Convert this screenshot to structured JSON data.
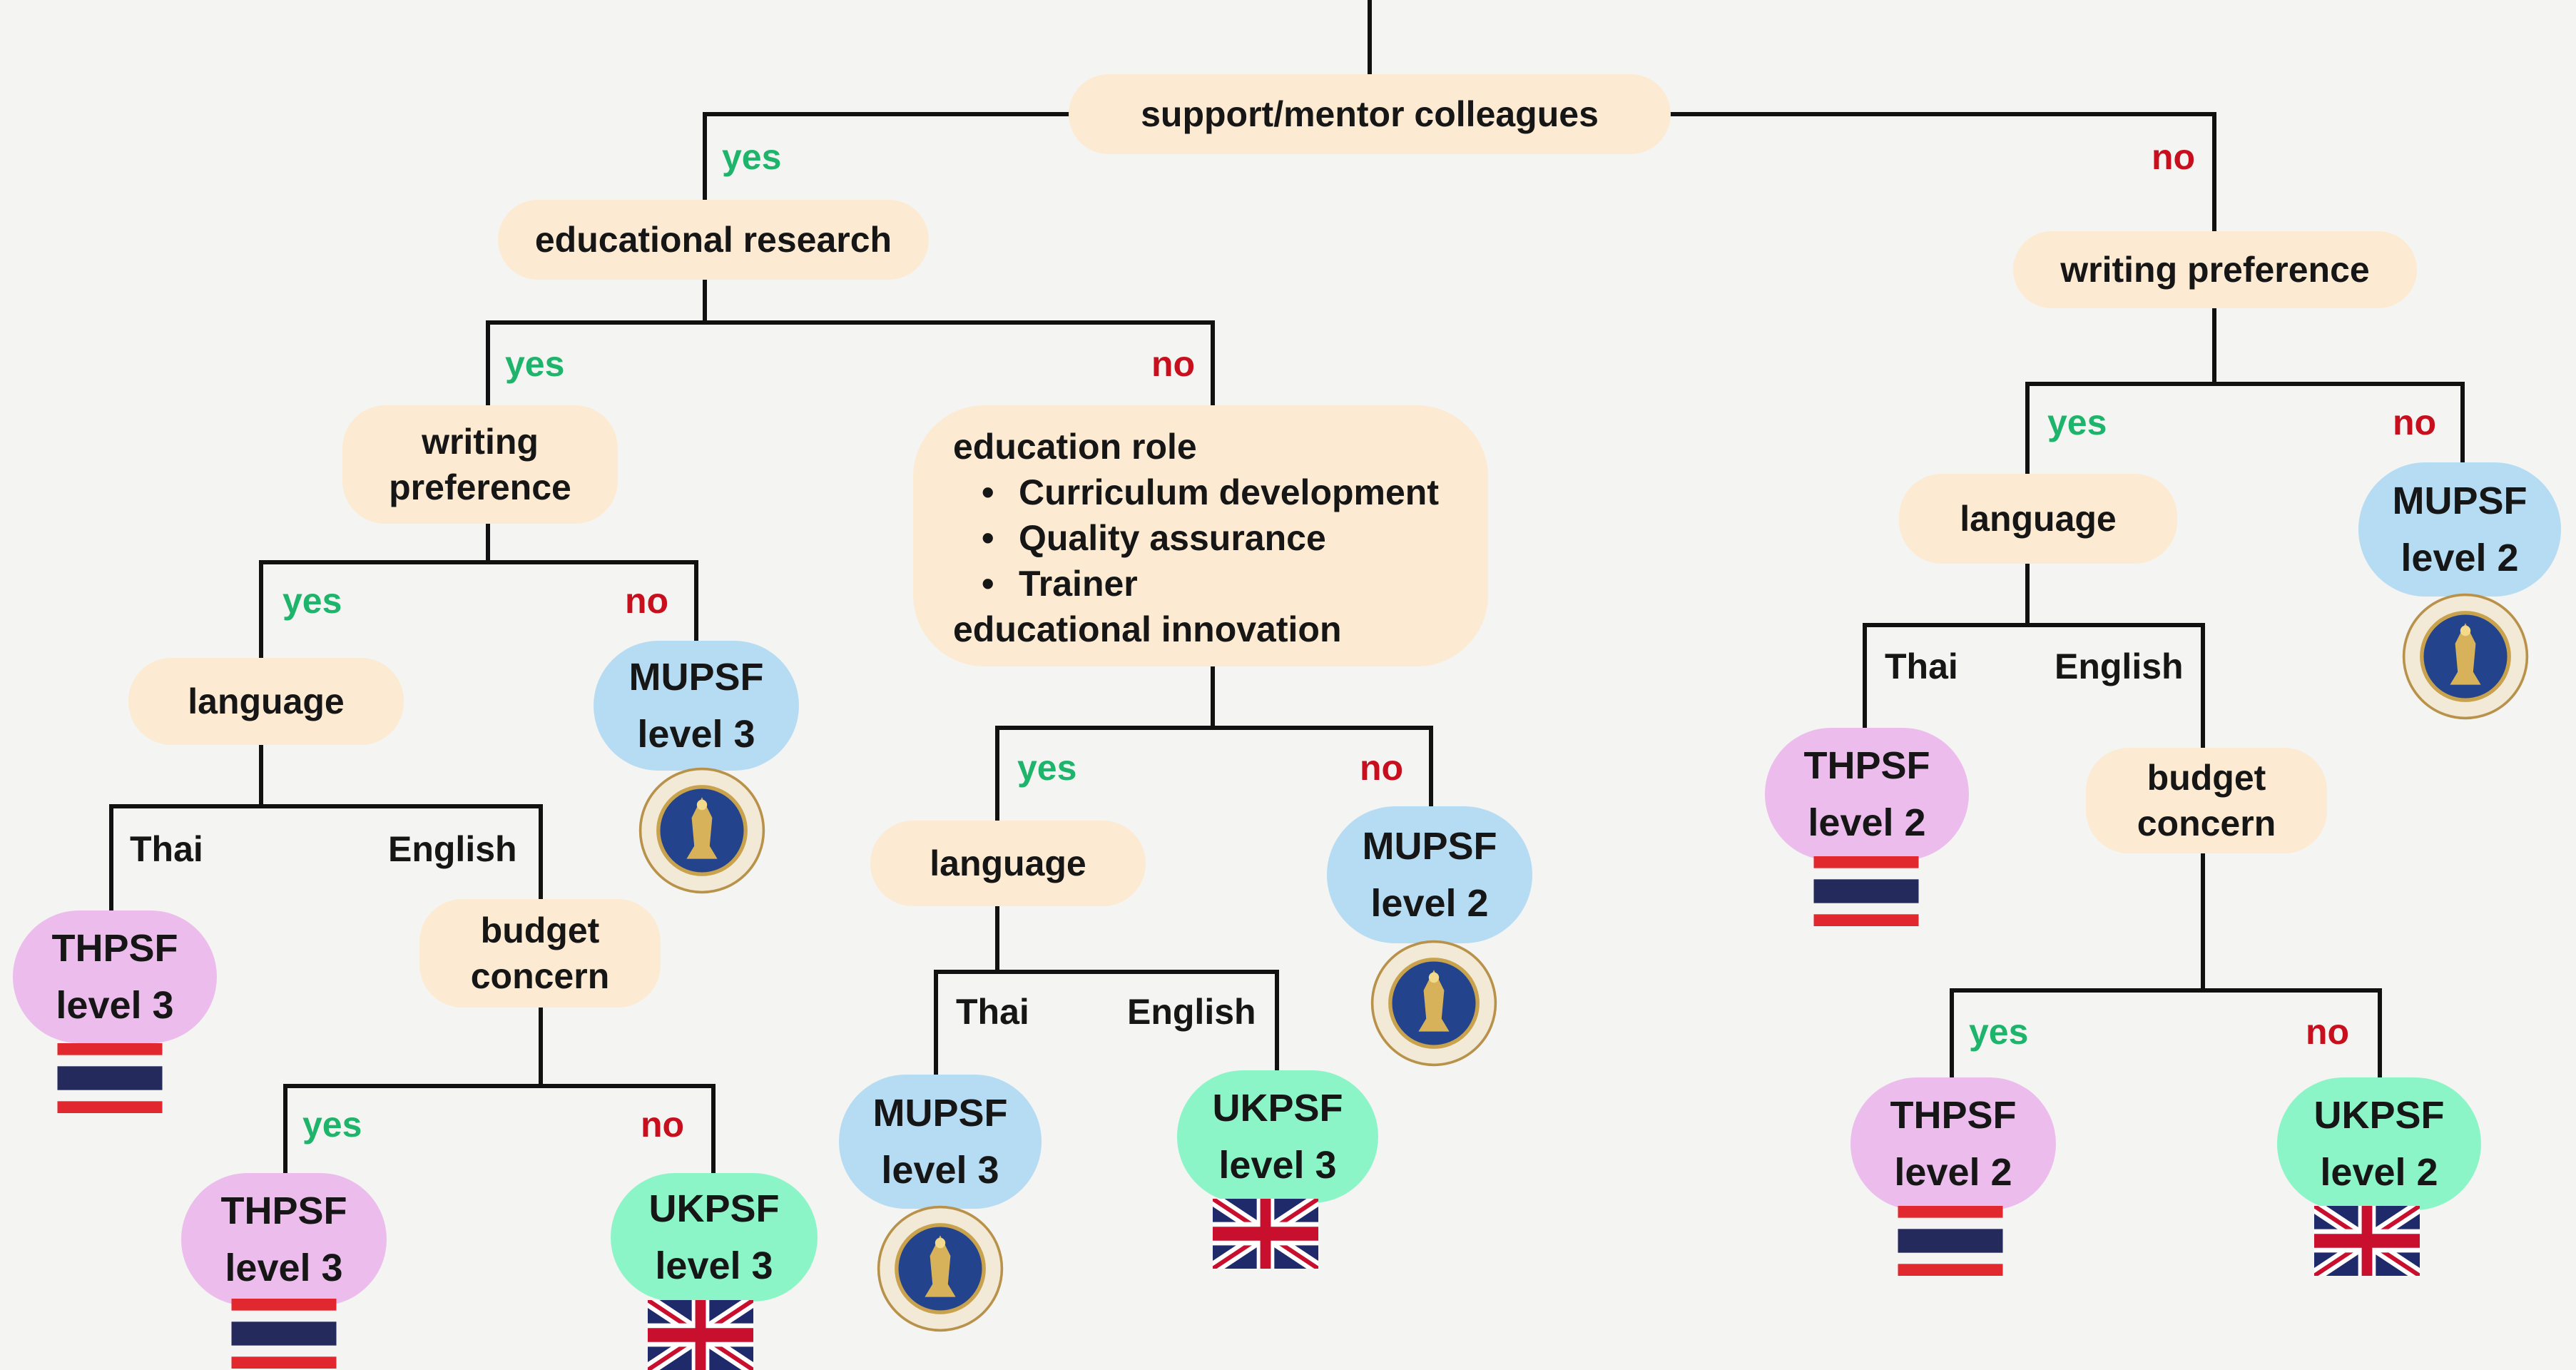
{
  "diagram": {
    "root_question": "support/mentor colleagues",
    "educational_research": "educational research",
    "writing_preference": "writing preference",
    "language": "language",
    "budget_concern": "budget concern",
    "education_role": {
      "title": "education role",
      "items": [
        "Curriculum development",
        "Quality assurance",
        "Trainer"
      ],
      "footer": "educational innovation"
    },
    "branch_labels": {
      "yes": "yes",
      "no": "no",
      "thai": "Thai",
      "english": "English"
    },
    "outcomes": {
      "mupsf": "MUPSF",
      "thpsf": "THPSF",
      "ukpsf": "UKPSF",
      "level_2": "level 2",
      "level_3": "level 3"
    },
    "colors": {
      "question_fill": "#fcebd2",
      "mupsf_fill": "#b6dcf3",
      "thpsf_fill": "#ecbdec",
      "ukpsf_fill": "#8cf5c8",
      "yes_label": "#1fb46b",
      "no_label": "#c80f1e",
      "connector": "#111111"
    },
    "icons": [
      "thailand-flag-icon",
      "uk-flag-icon",
      "mahidol-university-seal-icon"
    ]
  }
}
